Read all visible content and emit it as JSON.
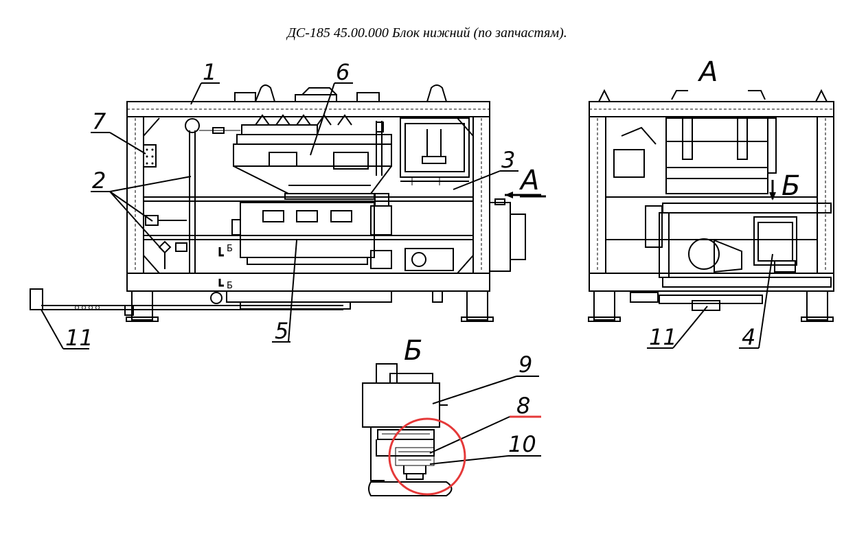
{
  "title": "ДС-185 45.00.000 Блок нижний (по запчастям).",
  "view_labels": {
    "view_a_heading": "А",
    "view_a_arrow": "А",
    "view_b_heading": "Б",
    "view_b_arrow": "Б",
    "section_b_1": "Б",
    "section_b_2": "Б"
  },
  "callouts": {
    "p1": "1",
    "p2": "2",
    "p3": "3",
    "p4": "4",
    "p5": "5",
    "p6": "6",
    "p7": "7",
    "p8": "8",
    "p9": "9",
    "p10": "10",
    "p11_left": "11",
    "p11_right": "11"
  },
  "highlight": {
    "color": "#e53939",
    "marked_part": "8"
  }
}
